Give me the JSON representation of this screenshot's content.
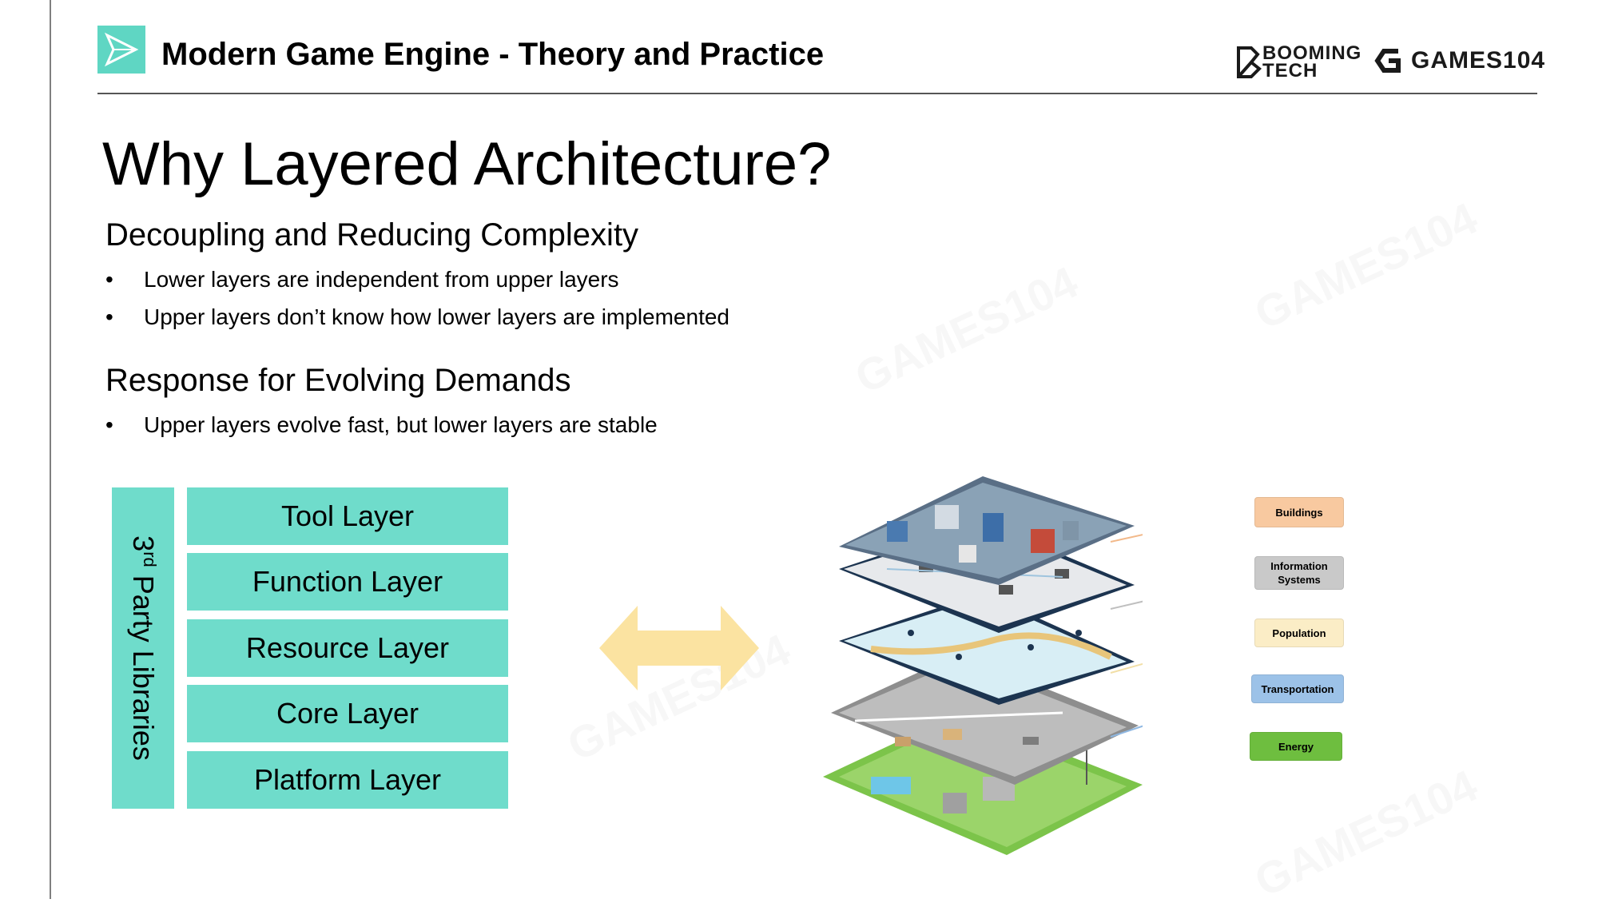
{
  "header": {
    "course_title": "Modern Game Engine - Theory and Practice",
    "brand_booming_line1": "BOOMING",
    "brand_booming_line2": "TECH",
    "brand_games": "GAMES104"
  },
  "slide": {
    "title": "Why Layered Architecture?",
    "sections": [
      {
        "heading": "Decoupling and Reducing Complexity",
        "bullets": [
          "Lower layers are independent from upper layers",
          "Upper layers don’t know how lower layers are implemented"
        ]
      },
      {
        "heading": "Response for Evolving Demands",
        "bullets": [
          "Upper layers evolve fast, but lower layers are stable"
        ]
      }
    ],
    "bullet_symbol": "•"
  },
  "diagram": {
    "side_label_prefix": "3",
    "side_label_sup": "rd",
    "side_label_rest": " Party Libraries",
    "layers": [
      "Tool Layer",
      "Function Layer",
      "Resource Layer",
      "Core Layer",
      "Platform Layer"
    ],
    "layer_color": "#6fdccb",
    "arrow_color": "#fbe3a1"
  },
  "illustration": {
    "tags": [
      {
        "label": "Buildings",
        "color": "#f8c9a0"
      },
      {
        "label": "Information Systems",
        "color": "#c9c9c9"
      },
      {
        "label": "Population",
        "color": "#fbedc6"
      },
      {
        "label": "Transportation",
        "color": "#9cc2e8"
      },
      {
        "label": "Energy",
        "color": "#6ebe3f"
      }
    ]
  },
  "watermark": "GAMES104"
}
